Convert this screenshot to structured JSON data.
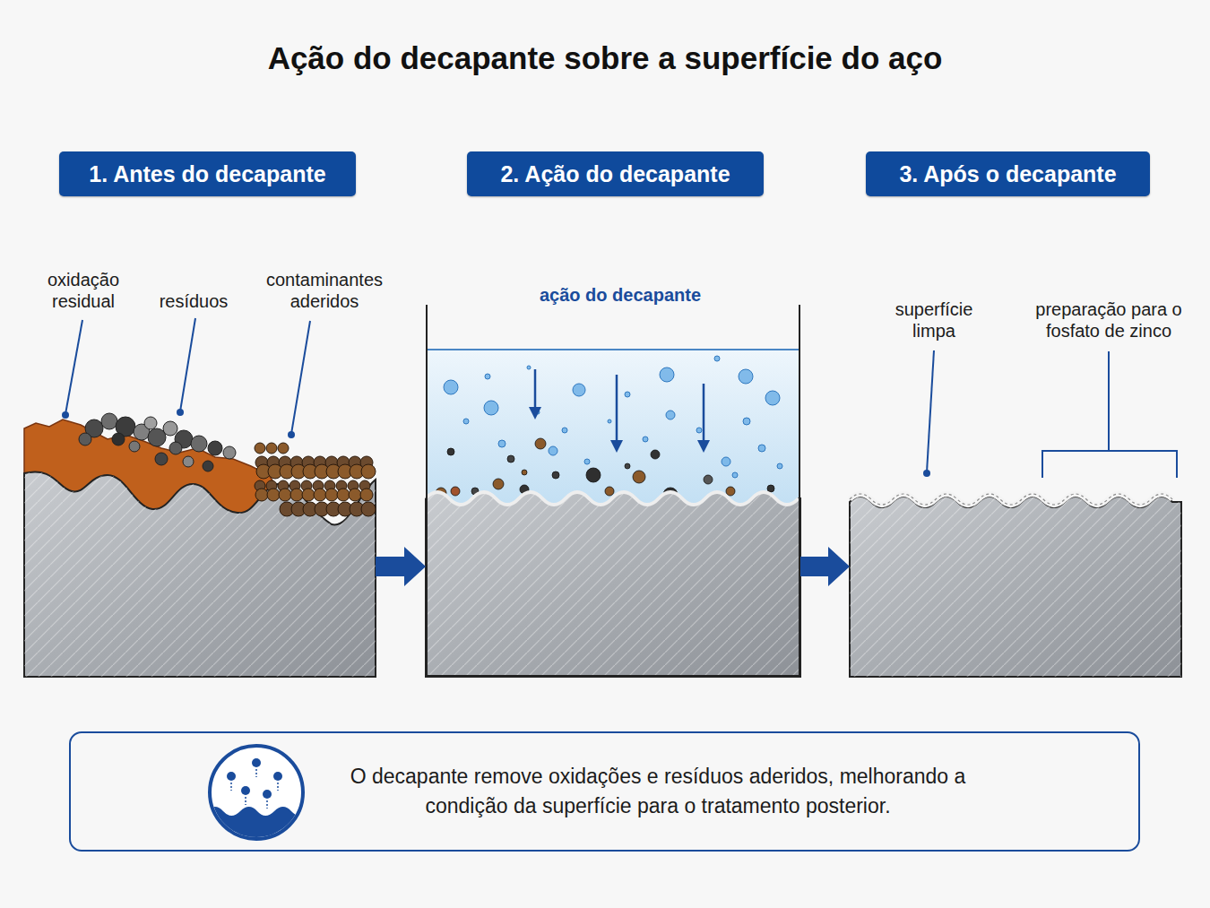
{
  "diagram": {
    "title": "Ação do decapante sobre a superfície do aço",
    "nodes": [
      {
        "text": [
          "1. Antes do decapante"
        ]
      },
      {
        "text": [
          "2. Ação do decapante"
        ]
      },
      {
        "text": [
          "3. Após o decapante"
        ]
      },
      {
        "text": [
          "oxidação residual",
          "resíduos",
          "contaminantes aderidos"
        ]
      },
      {
        "text": [
          "ação do decapante"
        ]
      },
      {
        "text": [
          "superfície limpa",
          "preparação para o fosfato de zinco"
        ]
      },
      {
        "text": [
          "O decapante remove oxidações e resíduos aderidos, melhorando a condição da superfície para o tratamento posterior."
        ]
      }
    ],
    "edges": [
      {
        "from": 3,
        "to": 4,
        "arrow": "to"
      },
      {
        "from": 4,
        "to": 5,
        "arrow": "to"
      }
    ]
  }
}
